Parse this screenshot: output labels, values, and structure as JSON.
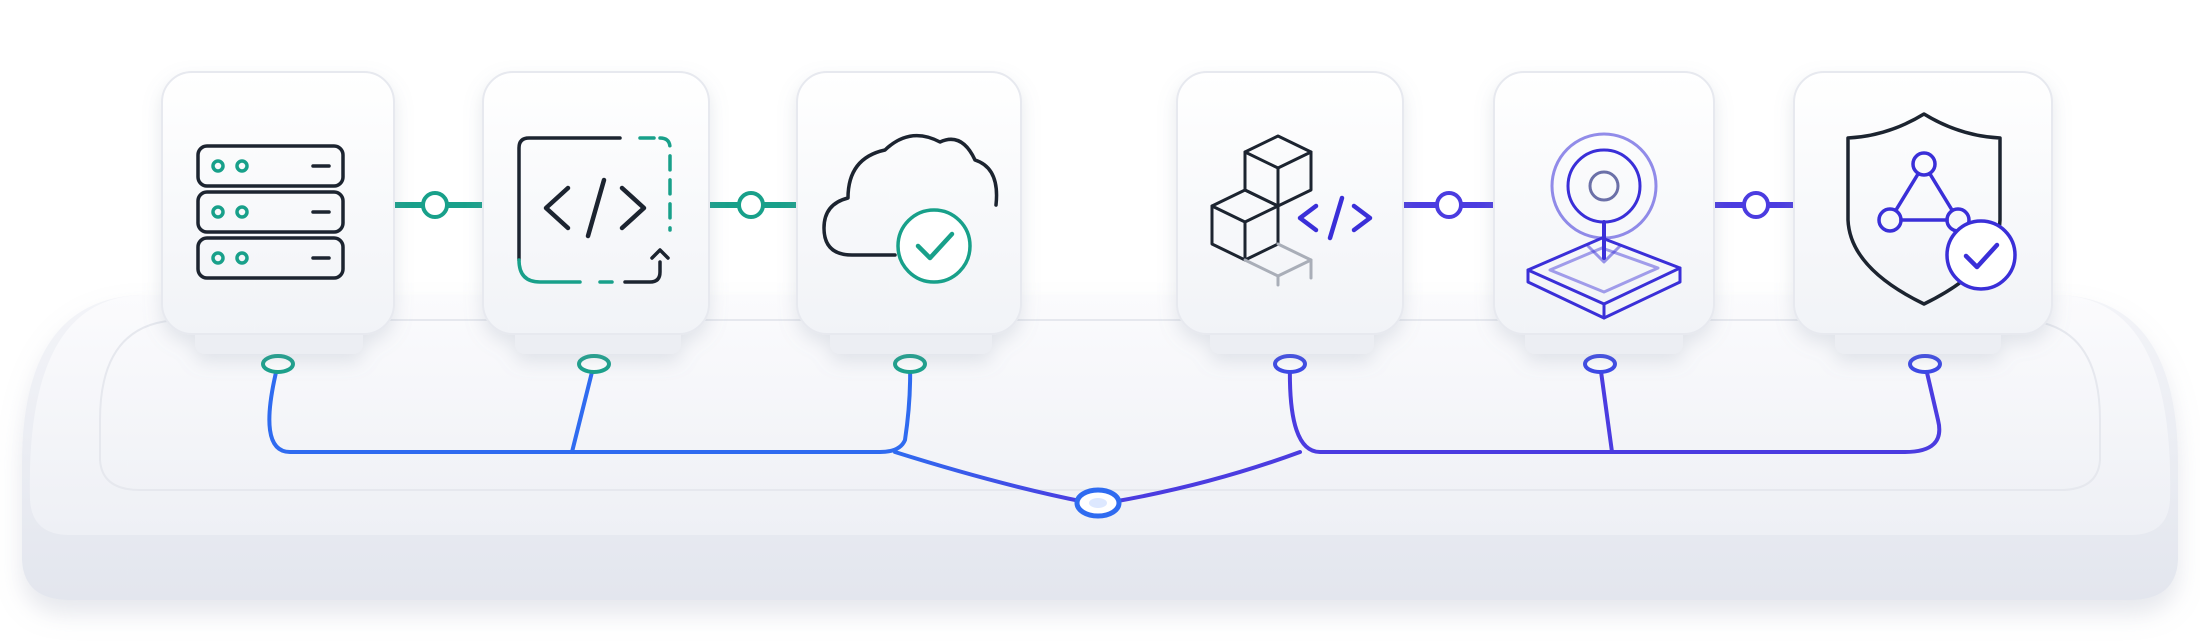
{
  "colors": {
    "teal": "#18a08a",
    "blue": "#2f6bf0",
    "violet": "#4b3ce0",
    "ink": "#1c2430",
    "base_fill": "#f6f7fa",
    "tile_fill": "#f8f9fb"
  },
  "groups": [
    {
      "id": "left-group",
      "accent": "teal",
      "tiles": [
        {
          "id": "server-stack",
          "icon": "server-stack-icon"
        },
        {
          "id": "code-editor",
          "icon": "code-editor-icon"
        },
        {
          "id": "cloud-verified",
          "icon": "cloud-check-icon"
        }
      ]
    },
    {
      "id": "right-group",
      "accent": "violet",
      "tiles": [
        {
          "id": "code-blocks",
          "icon": "code-blocks-icon"
        },
        {
          "id": "deploy-target",
          "icon": "location-platform-icon"
        },
        {
          "id": "secure-network",
          "icon": "shield-network-check-icon"
        }
      ]
    }
  ],
  "hub": {
    "id": "central-hub",
    "accent": "blue"
  }
}
